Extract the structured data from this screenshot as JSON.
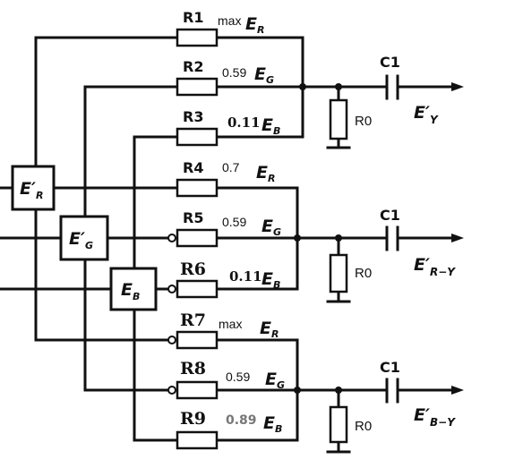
{
  "matrix_inputs": [
    {
      "main": "E",
      "prime": "′",
      "sub": "R"
    },
    {
      "main": "E",
      "prime": "′",
      "sub": "G"
    },
    {
      "main": "E",
      "prime": "",
      "sub": "B"
    }
  ],
  "stages": [
    {
      "output": {
        "main": "E",
        "prime": "′",
        "sub": "Y"
      },
      "capacitor": "C1",
      "load": "R0",
      "rows": [
        {
          "resistor": "R1",
          "coef": "max",
          "sig": "E",
          "sub": "R"
        },
        {
          "resistor": "R2",
          "coef": "0.59",
          "sig": "E",
          "sub": "G"
        },
        {
          "resistor": "R3",
          "coef": "0.11",
          "sig": "E",
          "sub": "B"
        }
      ]
    },
    {
      "output": {
        "main": "E",
        "prime": "′",
        "sub": "R−Y"
      },
      "capacitor": "C1",
      "load": "R0",
      "rows": [
        {
          "resistor": "R4",
          "coef": "0.7",
          "sig": "E",
          "sub": "R"
        },
        {
          "resistor": "R5",
          "coef": "0.59",
          "sig": "E",
          "sub": "G"
        },
        {
          "resistor": "R6",
          "coef": "0.11",
          "sig": "E",
          "sub": "B"
        }
      ]
    },
    {
      "output": {
        "main": "E",
        "prime": "′",
        "sub": "B−Y"
      },
      "capacitor": "C1",
      "load": "R0",
      "rows": [
        {
          "resistor": "R7",
          "coef": "max",
          "sig": "E",
          "sub": "R"
        },
        {
          "resistor": "R8",
          "coef": "0.59",
          "sig": "E",
          "sub": "G"
        },
        {
          "resistor": "R9",
          "coef": "0.89",
          "sig": "E",
          "sub": "B"
        }
      ]
    }
  ]
}
